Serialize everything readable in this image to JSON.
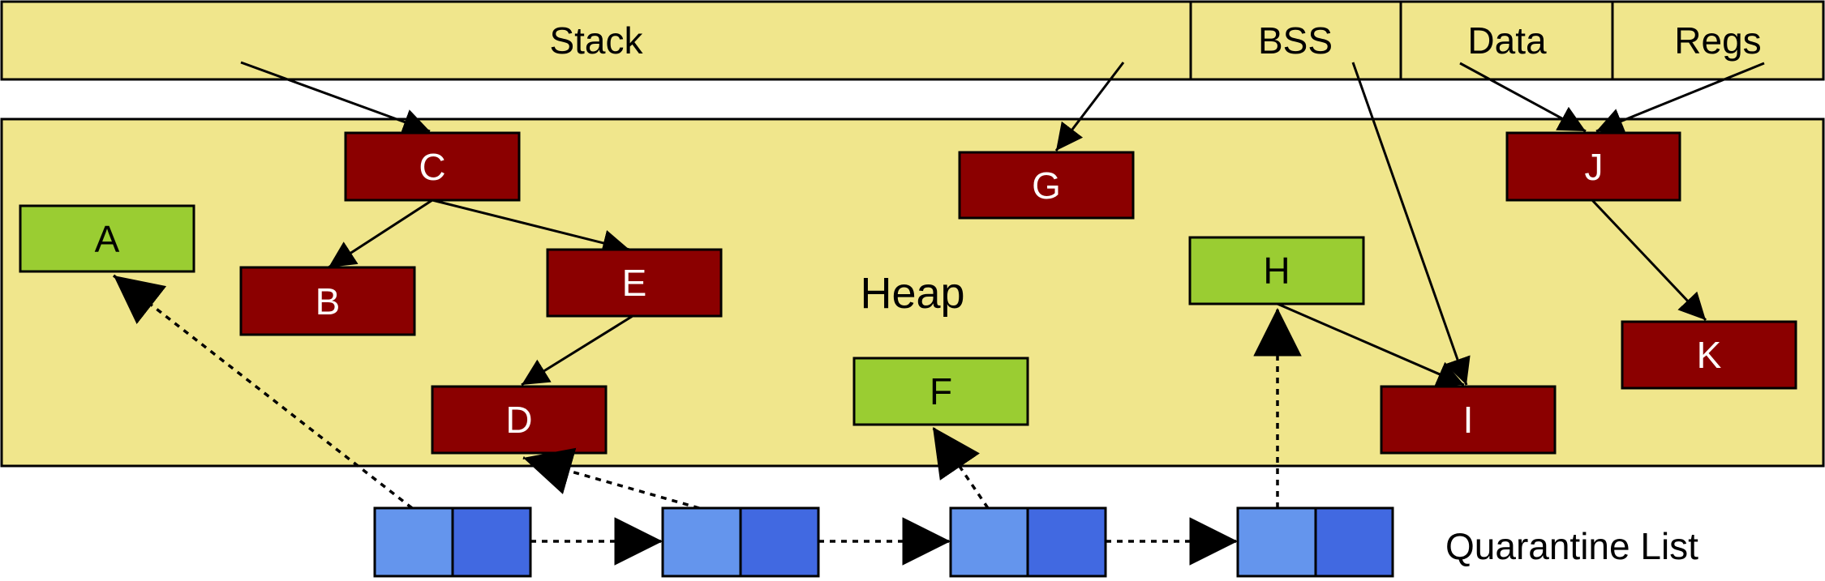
{
  "colors": {
    "region_fill": "#f0e68c",
    "live_fill": "#8b0000",
    "free_fill": "#9acd32",
    "cell_left": "#6495ed",
    "cell_right": "#4169e1",
    "stroke": "#000000"
  },
  "segments": {
    "stack": "Stack",
    "bss": "BSS",
    "data": "Data",
    "regs": "Regs"
  },
  "heap": {
    "label": "Heap"
  },
  "quarantine": {
    "label": "Quarantine List"
  },
  "nodes": [
    {
      "id": "A",
      "label": "A",
      "status": "free"
    },
    {
      "id": "B",
      "label": "B",
      "status": "live"
    },
    {
      "id": "C",
      "label": "C",
      "status": "live"
    },
    {
      "id": "D",
      "label": "D",
      "status": "live"
    },
    {
      "id": "E",
      "label": "E",
      "status": "live"
    },
    {
      "id": "F",
      "label": "F",
      "status": "free"
    },
    {
      "id": "G",
      "label": "G",
      "status": "live"
    },
    {
      "id": "H",
      "label": "H",
      "status": "free"
    },
    {
      "id": "I",
      "label": "I",
      "status": "live"
    },
    {
      "id": "J",
      "label": "J",
      "status": "live"
    },
    {
      "id": "K",
      "label": "K",
      "status": "live"
    }
  ],
  "pointers": [
    {
      "from": "Stack",
      "to": "C"
    },
    {
      "from": "Stack",
      "to": "G"
    },
    {
      "from": "BSS",
      "to": "I"
    },
    {
      "from": "Data",
      "to": "J"
    },
    {
      "from": "Regs",
      "to": "J"
    },
    {
      "from": "C",
      "to": "B"
    },
    {
      "from": "C",
      "to": "E"
    },
    {
      "from": "E",
      "to": "D"
    },
    {
      "from": "H",
      "to": "I"
    },
    {
      "from": "J",
      "to": "K"
    }
  ],
  "quarantine_links": [
    {
      "from": "quarantine-cell-1",
      "to": "A"
    },
    {
      "from": "quarantine-cell-2",
      "to": "D"
    },
    {
      "from": "quarantine-cell-3",
      "to": "F"
    },
    {
      "from": "quarantine-cell-4",
      "to": "H"
    }
  ]
}
